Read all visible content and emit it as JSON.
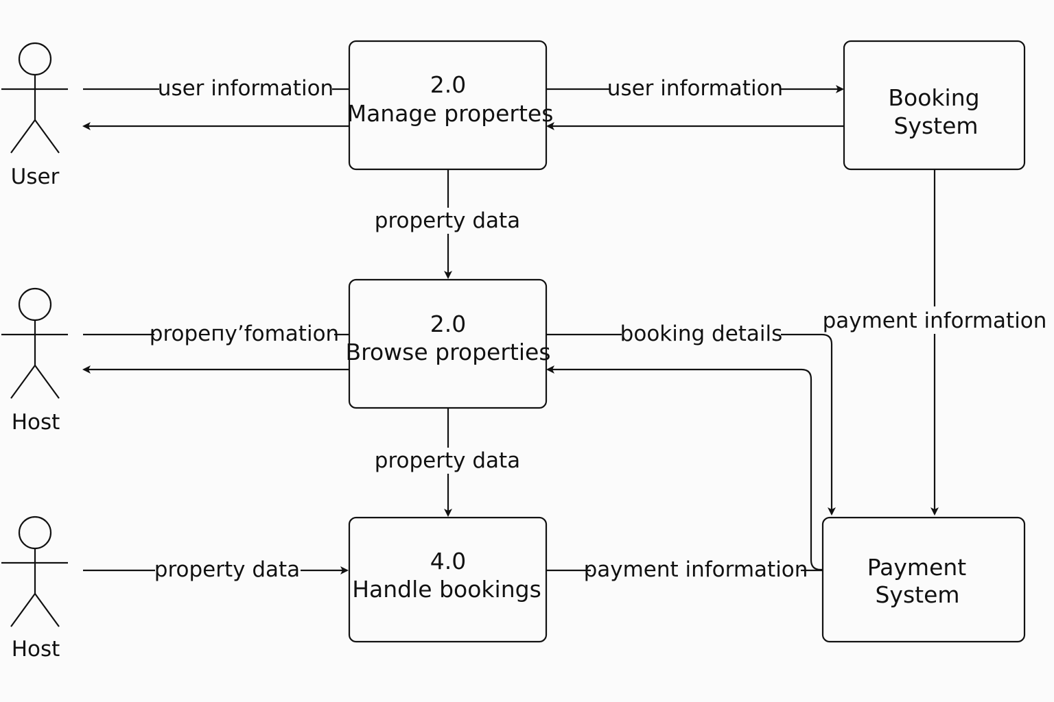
{
  "actors": [
    {
      "id": "user",
      "label": "User"
    },
    {
      "id": "host1",
      "label": "Host"
    },
    {
      "id": "host2",
      "label": "Host"
    }
  ],
  "processes": [
    {
      "id": "p1",
      "number": "2.0",
      "name": "Manage propertes"
    },
    {
      "id": "p2",
      "number": "2.0",
      "name": "Browse properties"
    },
    {
      "id": "p3",
      "number": "4.0",
      "name": "Handle bookings"
    }
  ],
  "systems": [
    {
      "id": "booking",
      "line1": "Booking",
      "line2": "System"
    },
    {
      "id": "payment",
      "line1": "Payment",
      "line2": "System"
    }
  ],
  "flows": {
    "user_to_p1": "user information",
    "p1_to_booking": "user information",
    "p1_to_p2": "property data",
    "host_to_p2": "propeпy’fomation",
    "p2_to_payment": "booking details",
    "booking_to_payment": "payment information",
    "p2_to_p3": "property data",
    "host_to_p3": "property data",
    "p3_to_payment": "payment information"
  },
  "colors": {
    "stroke": "#111111",
    "background": "#fbfbfb"
  }
}
